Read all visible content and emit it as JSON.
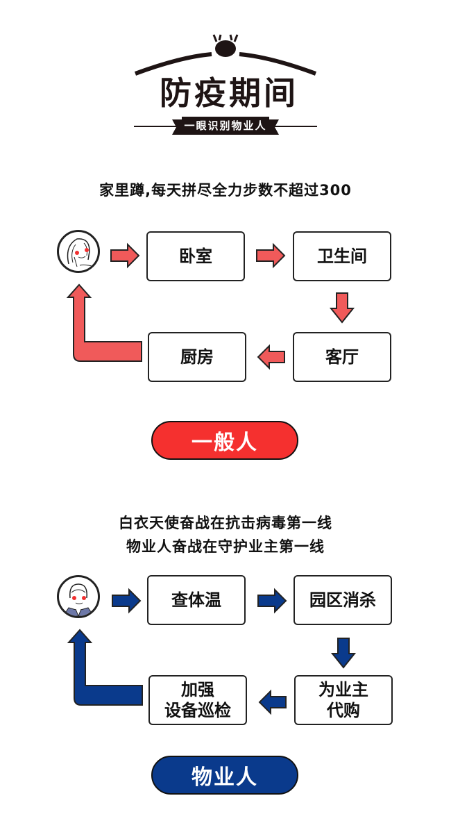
{
  "header": {
    "title": "防疫期间",
    "subtitle": "一眼识别物业人"
  },
  "sections": [
    {
      "caption_lines": [
        "家里蹲,每天拼尽全力步数不超过300"
      ],
      "color": "#f05a5a",
      "avatar": "woman-on-phone",
      "steps": [
        "卧室",
        "卫生间",
        "客厅",
        "厨房"
      ],
      "label": "一般人",
      "label_color": "#f5302f"
    },
    {
      "caption_lines": [
        "白衣天使奋战在抗击病毒第一线",
        "物业人奋战在守护业主第一线"
      ],
      "color": "#0a3a8c",
      "avatar": "property-staff-in-suit",
      "steps": [
        "查体温",
        "园区消杀",
        "为业主\n代购",
        "加强\n设备巡检"
      ],
      "label": "物业人",
      "label_color": "#0a3a8c"
    }
  ]
}
